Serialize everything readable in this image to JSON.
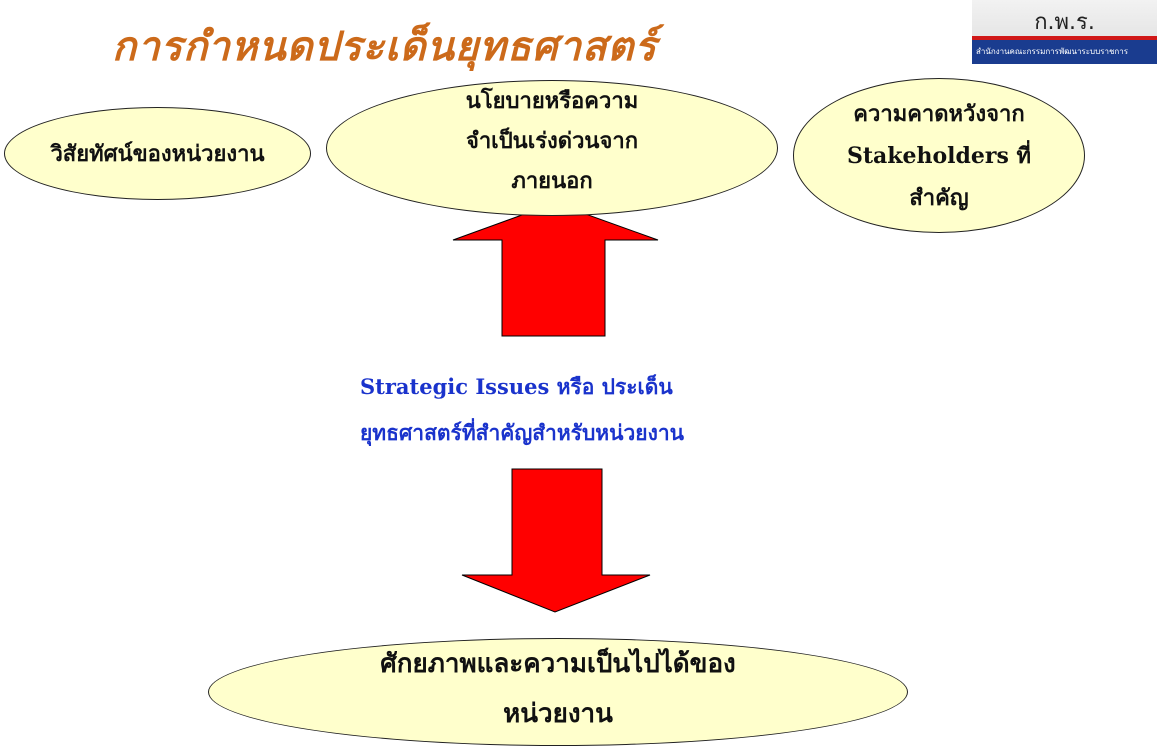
{
  "slide": {
    "title": "การกำหนดประเด็นยุทธศาสตร์"
  },
  "logo": {
    "name": "ก.พ.ร.",
    "subtitle": "สำนักงานคณะกรรมการพัฒนาระบบราชการ"
  },
  "inputs": {
    "vision": "วิสัยทัศน์ของหน่วยงาน",
    "policy": "นโยบายหรือความ\nจำเป็นเร่งด่วนจาก\nภายนอก",
    "stakeholders": "ความคาดหวังจาก\nStakeholders ที่\nสำคัญ"
  },
  "center": {
    "text": "Strategic Issues หรือ ประเด็น\nยุทธศาสตร์ที่สำคัญสำหรับหน่วยงาน"
  },
  "bottom": {
    "capability": "ศักยภาพและความเป็นไปได้ของ\nหน่วยงาน"
  },
  "colors": {
    "title": "#cc6a1a",
    "ellipse_fill": "#ffffcc",
    "arrow": "#ff0000",
    "center_text": "#1a33cc"
  }
}
